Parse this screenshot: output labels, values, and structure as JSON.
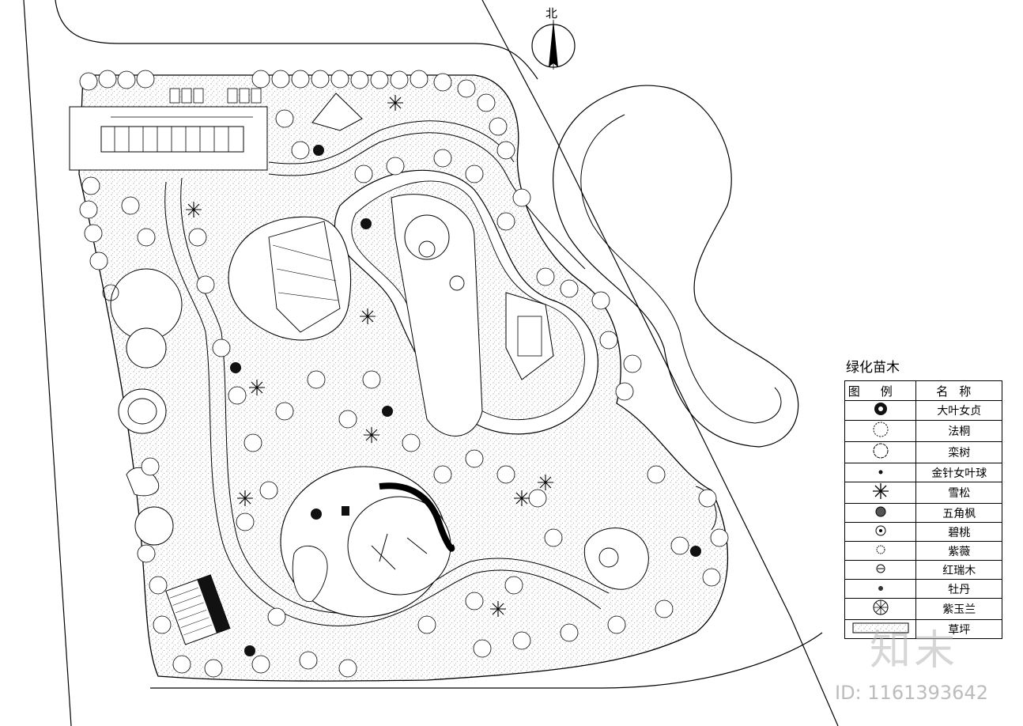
{
  "compass": {
    "label": "北"
  },
  "legend": {
    "title": "绿化苗木",
    "header": {
      "symbol": "图例",
      "name": "名称"
    },
    "items": [
      {
        "name": "大叶女贞",
        "icon": "tree-dark-broadleaf-icon"
      },
      {
        "name": "法桐",
        "icon": "tree-plane-icon"
      },
      {
        "name": "栾树",
        "icon": "tree-goldenrain-icon"
      },
      {
        "name": "金针女叶球",
        "icon": "shrub-dot-icon"
      },
      {
        "name": "雪松",
        "icon": "cedar-star-icon"
      },
      {
        "name": "五角枫",
        "icon": "maple-icon"
      },
      {
        "name": "碧桃",
        "icon": "peach-icon"
      },
      {
        "name": "紫薇",
        "icon": "crape-myrtle-icon"
      },
      {
        "name": "红瑞木",
        "icon": "redosier-icon"
      },
      {
        "name": "牡丹",
        "icon": "peony-icon"
      },
      {
        "name": "紫玉兰",
        "icon": "magnolia-icon"
      },
      {
        "name": "草坪",
        "icon": "lawn-hatch-icon"
      }
    ]
  },
  "watermark": {
    "logo": "知末",
    "id": "ID: 1161393642"
  }
}
